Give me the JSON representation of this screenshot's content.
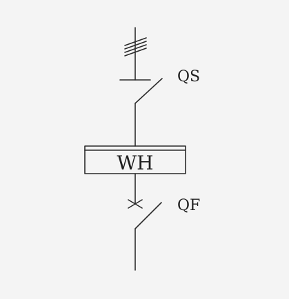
{
  "colors": {
    "background": "#f4f4f4",
    "line": "#2a2a2a",
    "text": "#1f1f1f"
  },
  "diagram": {
    "disconnector_label": "QS",
    "meter_label": "WH",
    "breaker_label": "QF"
  }
}
